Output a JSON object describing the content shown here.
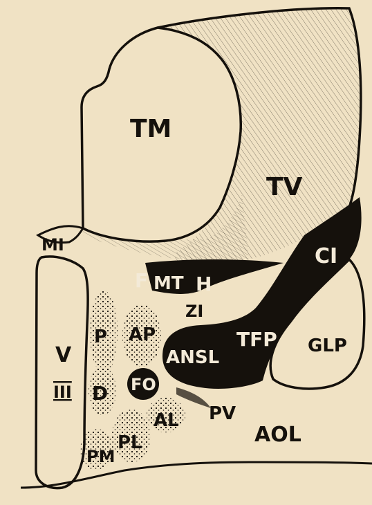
{
  "figure": {
    "palette": {
      "paper": "#f0e2c4",
      "ink": "#15110c",
      "white_label": "#f3ead8"
    },
    "labels": {
      "tm": "TM",
      "tv": "TV",
      "mi": "MI",
      "ci": "CI",
      "f": "F",
      "mt": "MT",
      "h": "H",
      "zi": "ZI",
      "ap": "AP",
      "p": "P",
      "v": "V",
      "iii": "III",
      "d": "D",
      "ansl": "ANSL",
      "tfp": "TFP",
      "glp": "GLP",
      "fo": "FO",
      "al": "AL",
      "pv": "PV",
      "pl": "PL",
      "pm": "PM",
      "aol": "AOL"
    }
  }
}
